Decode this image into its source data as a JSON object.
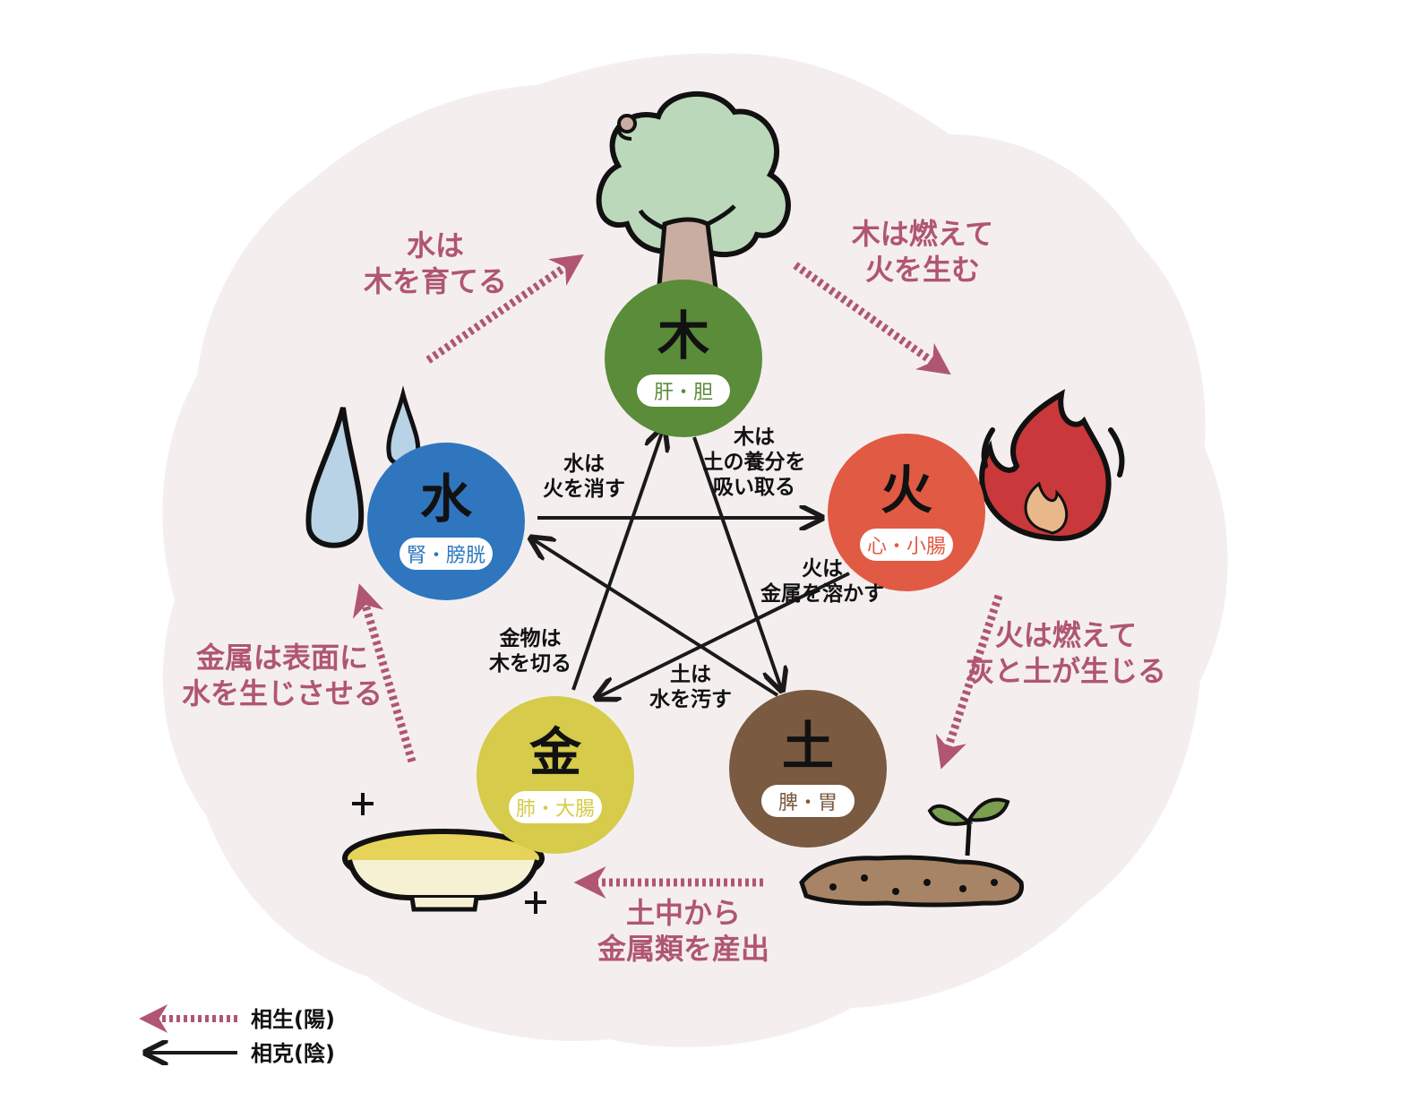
{
  "colors": {
    "generate": "#b05672",
    "control": "#1a1a1a",
    "wood": "#5a8c3a",
    "fire": "#e15a44",
    "earth": "#7a5a40",
    "metal": "#d6cb4a",
    "water": "#2f76bf",
    "backdrop": "#f4efee"
  },
  "elements": [
    {
      "id": "wood",
      "name": "木",
      "organs": "肝・胆",
      "icon": "tree-icon"
    },
    {
      "id": "fire",
      "name": "火",
      "organs": "心・小腸",
      "icon": "flame-icon"
    },
    {
      "id": "earth",
      "name": "土",
      "organs": "脾・胃",
      "icon": "sprout-soil-icon"
    },
    {
      "id": "metal",
      "name": "金",
      "organs": "肺・大腸",
      "icon": "metal-bowl-icon"
    },
    {
      "id": "water",
      "name": "水",
      "organs": "腎・膀胱",
      "icon": "water-drops-icon"
    }
  ],
  "generating": [
    {
      "from": "water",
      "to": "wood",
      "lines": [
        "水は",
        "木を育てる"
      ]
    },
    {
      "from": "wood",
      "to": "fire",
      "lines": [
        "木は燃えて",
        "火を生む"
      ]
    },
    {
      "from": "fire",
      "to": "earth",
      "lines": [
        "火は燃えて",
        "灰と土が生じる"
      ]
    },
    {
      "from": "earth",
      "to": "metal",
      "lines": [
        "土中から",
        "金属類を産出"
      ]
    },
    {
      "from": "metal",
      "to": "water",
      "lines": [
        "金属は表面に",
        "水を生じさせる"
      ]
    }
  ],
  "controlling": [
    {
      "from": "water",
      "to": "fire",
      "lines": [
        "水は",
        "火を消す"
      ]
    },
    {
      "from": "wood",
      "to": "earth",
      "lines": [
        "木は",
        "土の養分を",
        "吸い取る"
      ]
    },
    {
      "from": "fire",
      "to": "metal",
      "lines": [
        "火は",
        "金属を溶かす"
      ]
    },
    {
      "from": "earth",
      "to": "water",
      "lines": [
        "土は",
        "水を汚す"
      ]
    },
    {
      "from": "metal",
      "to": "wood",
      "lines": [
        "金物は",
        "木を切る"
      ]
    }
  ],
  "legend": {
    "generate_label": "相生(陽)",
    "control_label": "相克(陰)"
  }
}
